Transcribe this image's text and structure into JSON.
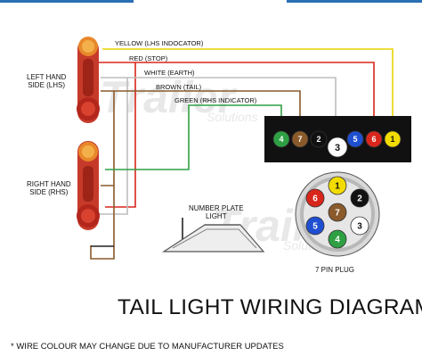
{
  "labels": {
    "left_side": [
      "LEFT HAND",
      "SIDE (LHS)"
    ],
    "right_side": [
      "RIGHT HAND",
      "SIDE (RHS)"
    ],
    "number_plate": [
      "NUMBER PLATE",
      "LIGHT"
    ],
    "plug": "7 PIN PLUG"
  },
  "wires": [
    {
      "label": "YELLOW (LHS INDOCATOR)",
      "color": "#e8d400",
      "pin": "1"
    },
    {
      "label": "RED (STOP)",
      "color": "#d9261c",
      "pin": "6"
    },
    {
      "label": "WHITE (EARTH)",
      "color": "#bdbdbd",
      "pin": "3"
    },
    {
      "label": "BROWN (TAIL)",
      "color": "#8a5a2b",
      "pin": "7"
    },
    {
      "label": "GREEN (RHS INDICATOR)",
      "color": "#2ea043",
      "pin": "4"
    }
  ],
  "terminal_pins": [
    {
      "num": "4",
      "color": "#2ea043"
    },
    {
      "num": "7",
      "color": "#8a5a2b"
    },
    {
      "num": "2",
      "color": "#111111"
    },
    {
      "num": "3",
      "color": "#ffffff"
    },
    {
      "num": "5",
      "color": "#1f4fd1"
    },
    {
      "num": "6",
      "color": "#d9261c"
    },
    {
      "num": "1",
      "color": "#f2dc00"
    }
  ],
  "plug_pins": [
    {
      "num": "1",
      "color": "#f2dc00"
    },
    {
      "num": "2",
      "color": "#111111"
    },
    {
      "num": "3",
      "color": "#ffffff"
    },
    {
      "num": "4",
      "color": "#2ea043"
    },
    {
      "num": "5",
      "color": "#1f4fd1"
    },
    {
      "num": "6",
      "color": "#d9261c"
    },
    {
      "num": "7",
      "color": "#8a5a2b"
    }
  ],
  "watermark": {
    "brand": "Trailer",
    "sub": "Solutions"
  },
  "title": "TAIL LIGHT WIRING DIAGRAM",
  "footnote": "* WIRE COLOUR MAY CHANGE DUE TO MANUFACTURER UPDATES"
}
